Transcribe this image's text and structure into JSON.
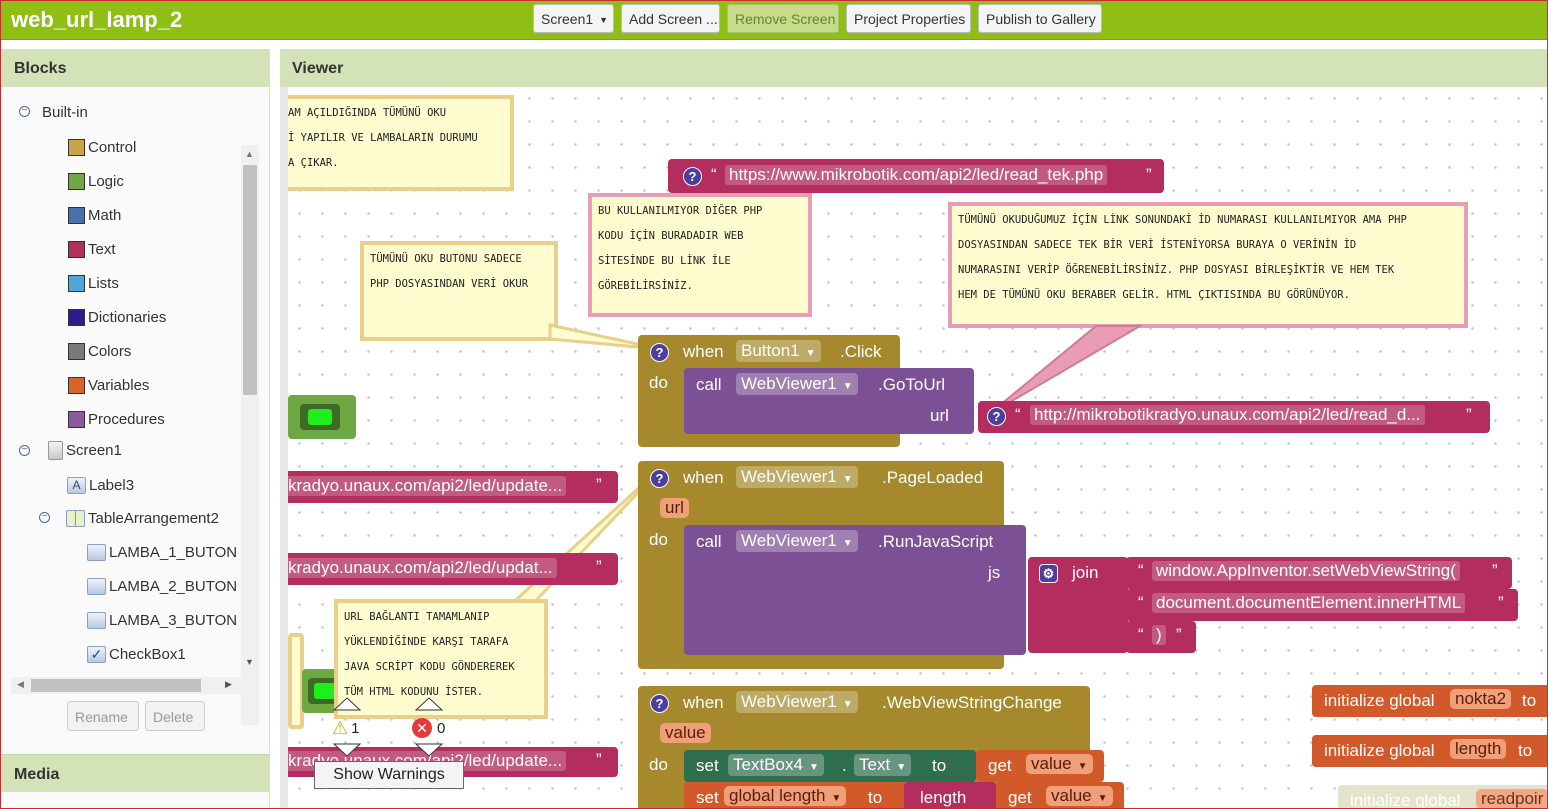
{
  "app": {
    "title": "web_url_lamp_2"
  },
  "toolbar": {
    "screen_select": "Screen1",
    "add_screen": "Add Screen ...",
    "remove_screen": "Remove Screen",
    "project_properties": "Project Properties",
    "publish": "Publish to Gallery"
  },
  "blocks_panel": {
    "title": "Blocks",
    "builtin": "Built-in",
    "categories": [
      {
        "label": "Control",
        "color": "#c9a547"
      },
      {
        "label": "Logic",
        "color": "#73a744"
      },
      {
        "label": "Math",
        "color": "#4a6fae"
      },
      {
        "label": "Text",
        "color": "#b32d5e"
      },
      {
        "label": "Lists",
        "color": "#4fa6d9"
      },
      {
        "label": "Dictionaries",
        "color": "#2c1d8e"
      },
      {
        "label": "Colors",
        "color": "#7a7a7a"
      },
      {
        "label": "Variables",
        "color": "#d8642c"
      },
      {
        "label": "Procedures",
        "color": "#8a5a9c"
      }
    ],
    "screen": "Screen1",
    "label3": "Label3",
    "table": "TableArrangement2",
    "buttons": [
      "LAMBA_1_BUTON",
      "LAMBA_2_BUTON",
      "LAMBA_3_BUTON"
    ],
    "checkbox": "CheckBox1",
    "rename": "Rename",
    "delete": "Delete"
  },
  "media": {
    "title": "Media"
  },
  "viewer": {
    "title": "Viewer",
    "comments": {
      "top": [
        "AM AÇILDIĞINDA TÜMÜNÜ OKU",
        "İ YAPILIR VE LAMBALARIN DURUMU",
        "A ÇIKAR."
      ],
      "php": [
        "BU KULLANILMIYOR DİĞER PHP",
        "KODU İÇİN BURADADIR WEB",
        "SİTESİNDE BU LİNK İLE",
        "GÖREBİLİRSİNİZ."
      ],
      "button": [
        "TÜMÜNÜ OKU BUTONU SADECE",
        "PHP DOSYASINDAN VERİ OKUR"
      ],
      "long": [
        "TÜMÜNÜ OKUDUĞUMUZ İÇİN LİNK SONUNDAKİ İD NUMARASI KULLANILMIYOR AMA PHP",
        "DOSYASINDAN SADECE TEK BİR VERİ İSTENİYORSA BURAYA O VERİNİN İD",
        "NUMARASINI VERİP ÖĞRENEBİLİRSİNİZ. PHP DOSYASI BİRLEŞİKTİR VE HEM TEK",
        "HEM DE TÜMÜNÜ OKU BERABER GELİR. HTML ÇIKTISINDA BU GÖRÜNÜYOR."
      ],
      "url": [
        "URL BAĞLANTI TAMAMLANIP",
        "YÜKLENDİĞİNDE KARŞI TARAFA",
        "JAVA SCRİPT KODU GÖNDEREREK",
        "TÜM HTML KODUNU İSTER."
      ]
    },
    "strings": {
      "read_tek": "https://www.mikrobotik.com/api2/led/read_tek.php",
      "read_d": "http://mikrobotikradyo.unaux.com/api2/led/read_d...",
      "update1": "kradyo.unaux.com/api2/led/update...",
      "update2": "kradyo.unaux.com/api2/led/updat...",
      "update3": "kradyo.unaux.com/api2/led/update...",
      "join1": "window.AppInventor.setWebViewString(",
      "join2": "document.documentElement.innerHTML",
      "join3": ")"
    },
    "event1": {
      "when": "when",
      "component": "Button1",
      "event": ".Click",
      "do": "do",
      "call": "call",
      "target": "WebViewer1",
      "method": ".GoToUrl",
      "param": "url"
    },
    "event2": {
      "when": "when",
      "component": "WebViewer1",
      "event": ".PageLoaded",
      "arg": "url",
      "do": "do",
      "call": "call",
      "target": "WebViewer1",
      "method": ".RunJavaScript",
      "param": "js",
      "join": "join"
    },
    "event3": {
      "when": "when",
      "component": "WebViewer1",
      "event": ".WebViewStringChange",
      "arg": "value",
      "do": "do",
      "set": "set",
      "textbox": "TextBox4",
      "dot": ".",
      "prop": "Text",
      "to": "to",
      "get": "get",
      "value": "value",
      "global_length": "global length",
      "length": "length"
    },
    "globals": {
      "initialize": "initialize global",
      "nokta2": "nokta2",
      "length": "length",
      "readpoint": "readpoir",
      "to": "to"
    },
    "warnings": {
      "warn_count": "1",
      "error_count": "0",
      "show": "Show Warnings"
    }
  }
}
